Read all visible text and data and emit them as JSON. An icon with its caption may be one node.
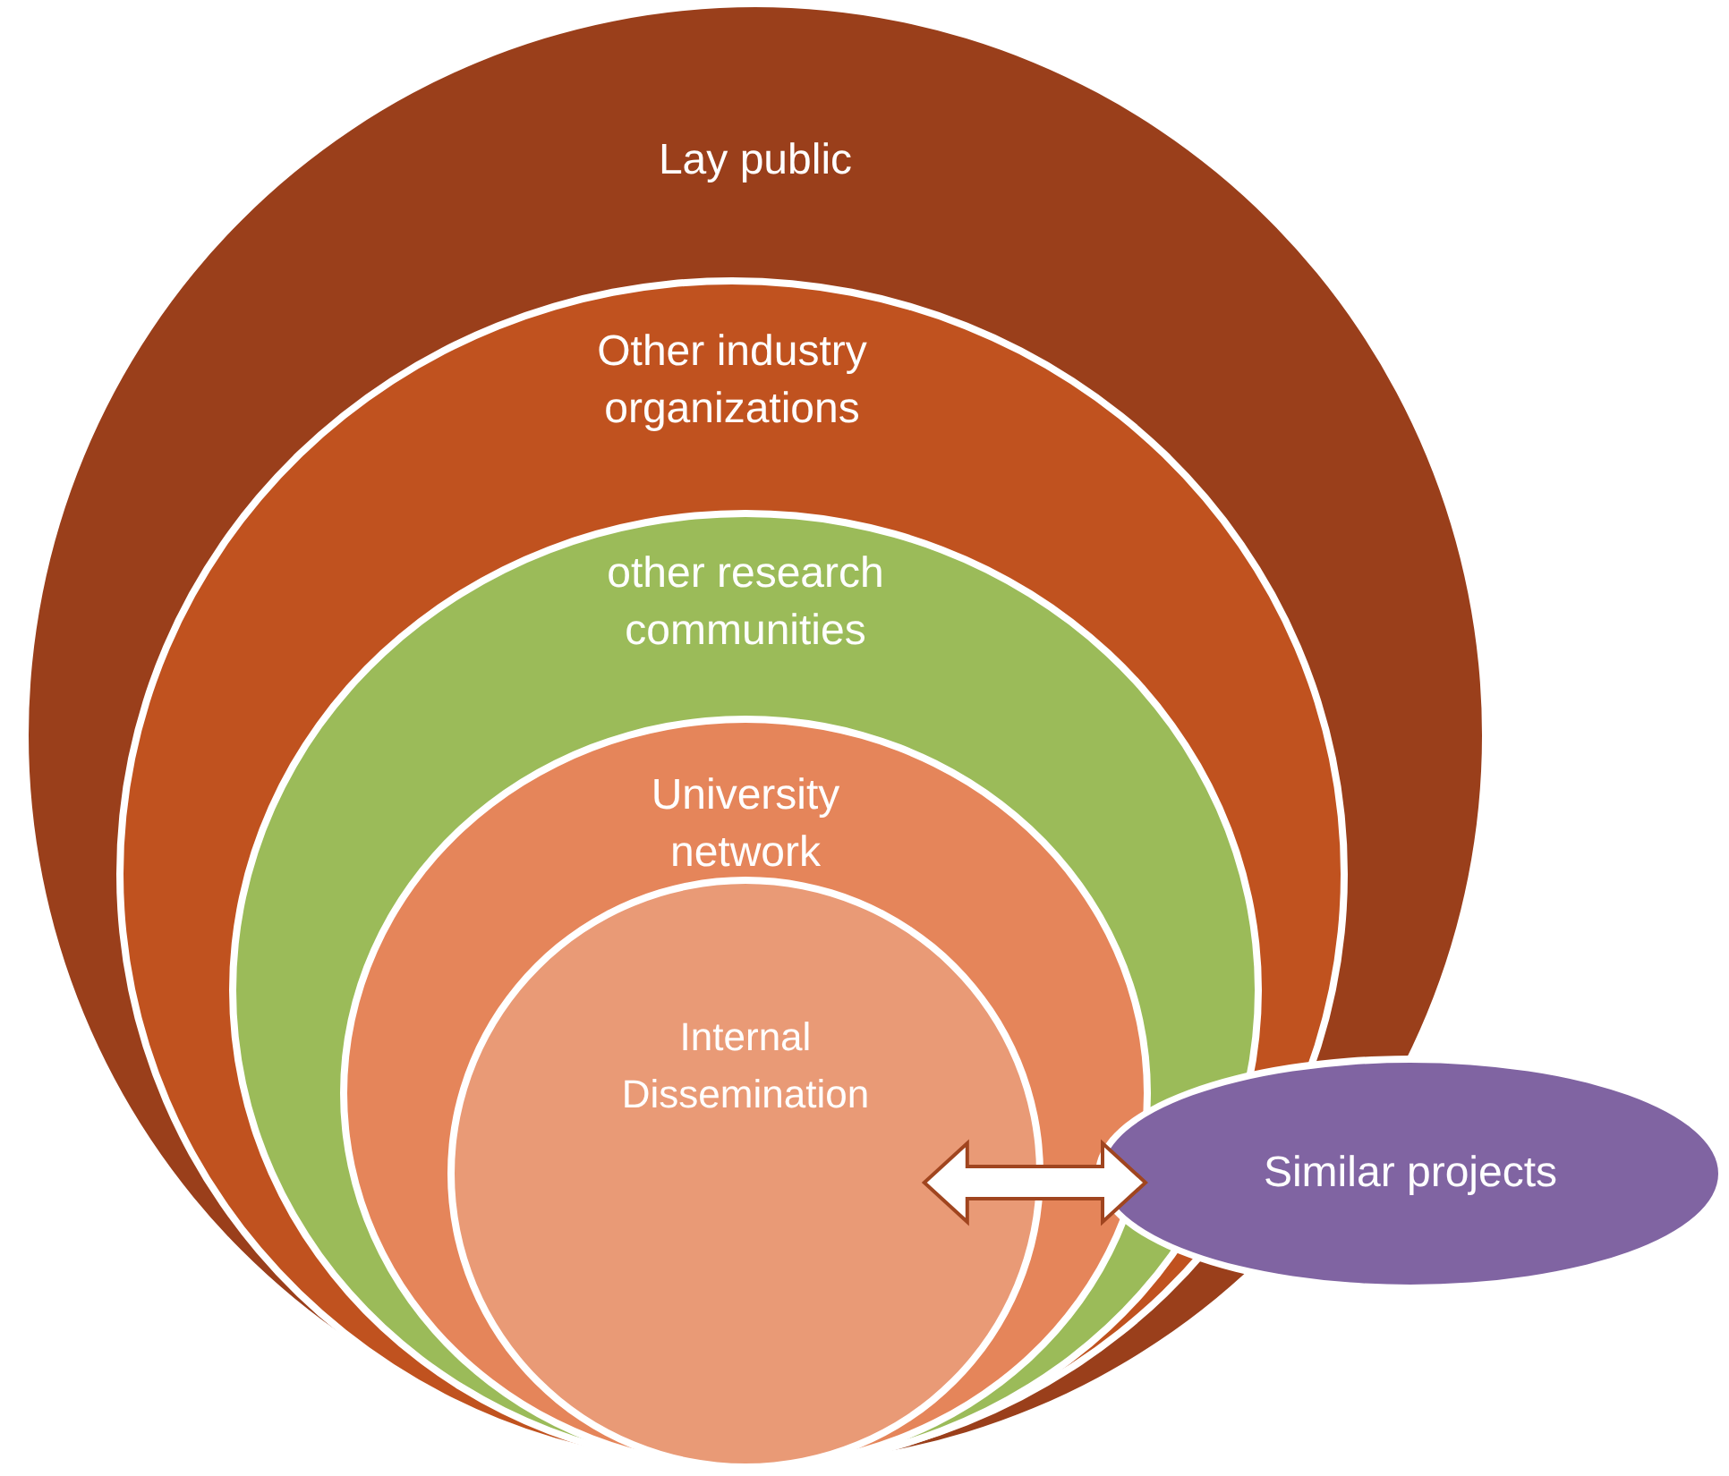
{
  "diagram": {
    "nodes": [
      {
        "text": [
          "Lay public"
        ]
      },
      {
        "text": [
          "Other industry organizations"
        ],
        "in": 0
      },
      {
        "text": [
          "other research communities"
        ],
        "in": 1
      },
      {
        "text": [
          "University network"
        ],
        "in": 2
      },
      {
        "text": [
          "Internal Dissemination"
        ],
        "in": 3
      },
      {
        "text": [
          "Similar projects"
        ]
      }
    ],
    "edges": [
      {
        "from": 4,
        "to": 5,
        "arrow": "both"
      }
    ]
  }
}
